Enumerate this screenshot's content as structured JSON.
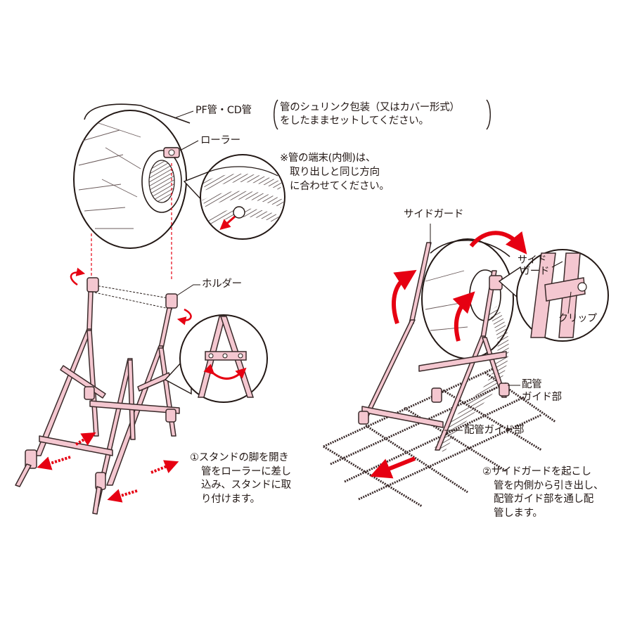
{
  "labels": {
    "pf_cd": "PF管・CD管",
    "shrink_note": [
      "管のシュリンク包装（又はカバー形式）",
      "をしたままセットしてください。"
    ],
    "roller": "ローラー",
    "end_note": [
      "※管の端末(内側)は、",
      "取り出しと同じ方向",
      "に合わせてください。"
    ],
    "holder": "ホルダー",
    "side_guard": "サイドガード",
    "side_guard_zoom": [
      "サイド",
      "ガード"
    ],
    "clip": "クリップ",
    "pipe_guide_1": [
      "配管",
      "ガイド部"
    ],
    "pipe_guide_2": "配管ガイド部"
  },
  "steps": [
    {
      "lines": [
        "①スタンドの脚を開き",
        "管をローラーに差し",
        "込み、スタンドに取",
        "り付けます。"
      ]
    },
    {
      "lines": [
        "②サイドガードを起こし",
        "管を内側から引き出し、",
        "配管ガイド部を通し配",
        "管します。"
      ]
    }
  ],
  "colors": {
    "frame_fill": "#f4c7d0",
    "frame_stroke": "#3a2a2a",
    "arrow_red": "#e60012",
    "line": "#231815"
  }
}
